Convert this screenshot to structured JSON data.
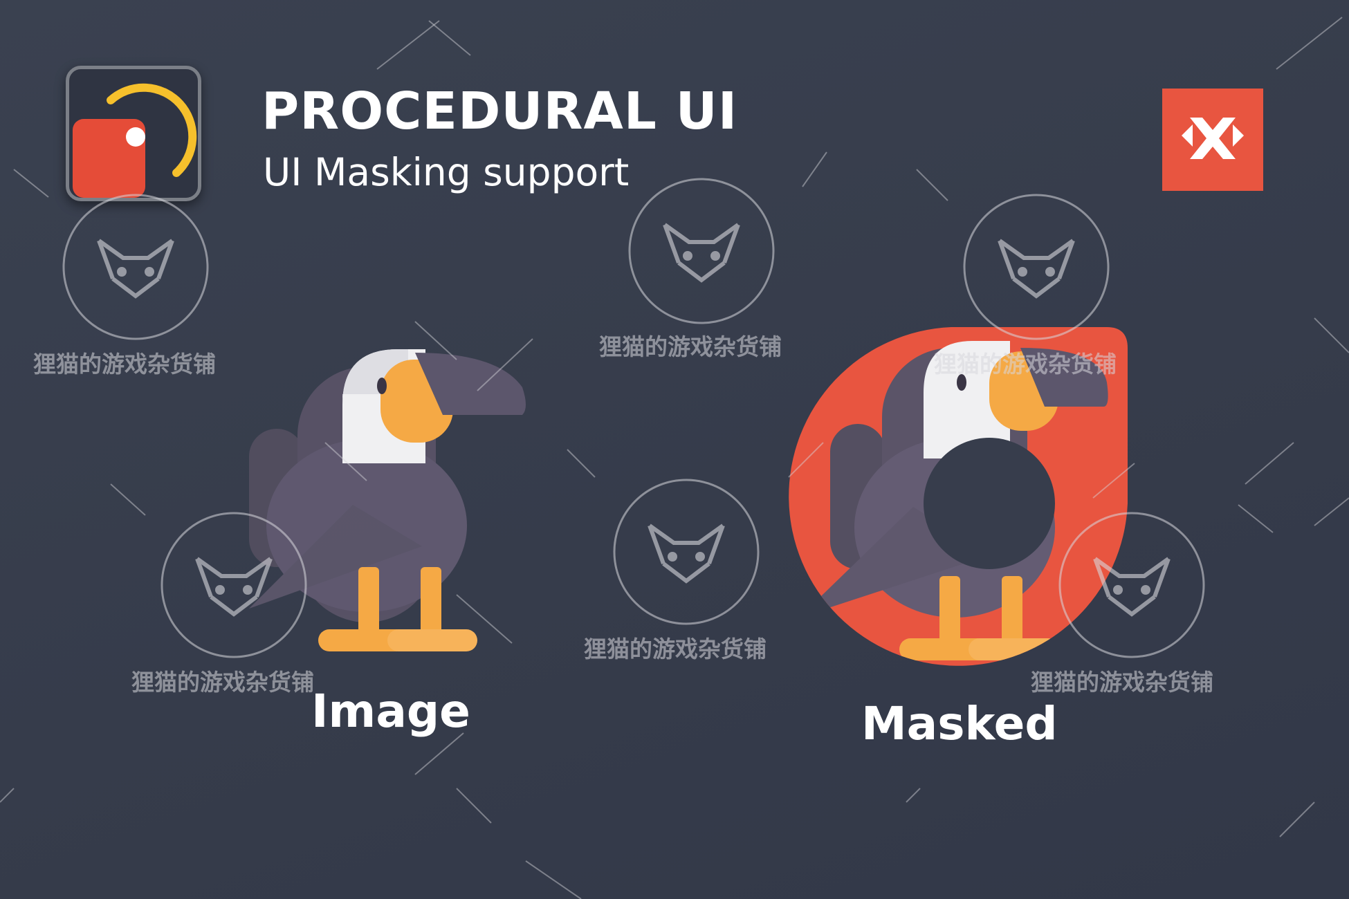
{
  "header": {
    "title": "PROCEDURAL UI",
    "subtitle": "UI Masking support"
  },
  "labels": {
    "image": "Image",
    "masked": "Masked"
  },
  "watermark": {
    "text": "狸猫的游戏杂货铺",
    "icon": "fox-face-icon"
  },
  "icons": {
    "logo": "procedural-ui-logo-icon",
    "brand": "x-brand-icon"
  },
  "colors": {
    "background": "#373d4c",
    "accent_red": "#e85540",
    "accent_yellow": "#f6c02c",
    "bird_body": "#5b5468",
    "bird_beak": "#f5a945",
    "text": "#ffffff"
  }
}
